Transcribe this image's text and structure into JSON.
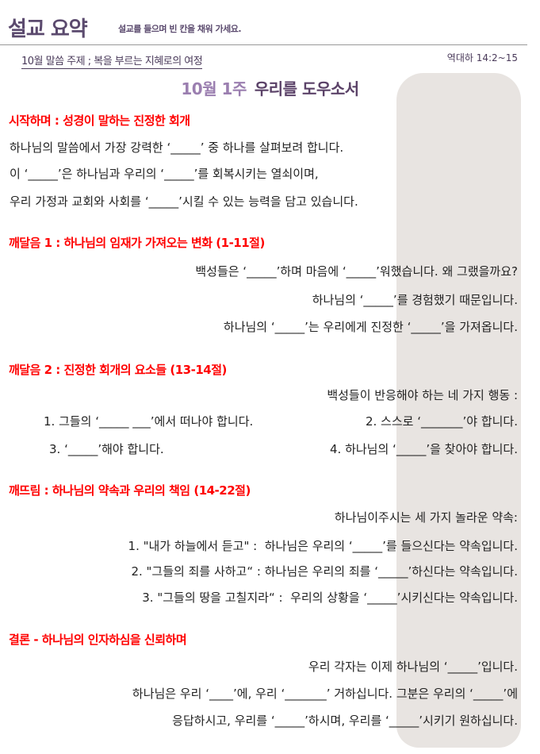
{
  "header": {
    "title": "설교 요약",
    "subtitle": "설교를 들으며 빈 칸을 채워 가세요.",
    "theme": "10월 말씀 주제 ; 복을 부르는 지혜로의 여정",
    "scripture": "역대하 14:2~15",
    "week": "10월 1주",
    "sermon_title": "우리를 도우소서"
  },
  "sections": [
    {
      "heading": "시작하며 : 성경이 말하는 진정한 회개",
      "lines": [
        "하나님의 말씀에서 가장 강력한 ‘_____’ 중 하나를 살펴보려 합니다.",
        "이 ‘_____’은 하나님과 우리의 ‘_____’를 회복시키는 열쇠이며,",
        "우리 가정과 교회와 사회를 ‘_____’시킬 수 있는 능력을 담고 있습니다."
      ]
    },
    {
      "heading": "깨달음 1 : 하나님의 임재가 가져오는 변화 (1-11절)",
      "lines": [
        "백성들은 ‘_____’하며 마음에 ‘_____’워했습니다. 왜 그랬을까요?",
        "하나님의 ‘_____’를 경험했기 때문입니다.",
        "하나님의 ‘_____’는 우리에게 진정한 ‘_____’을 가져옵니다."
      ]
    },
    {
      "heading": "깨달음 2 : 진정한 회개의 요소들 (13-14절)",
      "lines": [
        "백성들이 반응해야 하는 네 가지 행동 :",
        "1. 그들의 ‘_____ ___’에서 떠나야 합니다.",
        "2. 스스로 ‘_______’야 합니다.",
        "3. ‘_____’해야 합니다.",
        "4. 하나님의 ‘_____’을 찾아야 합니다."
      ]
    },
    {
      "heading": "깨뜨림 : 하나님의 약속과 우리의 책임 (14-22절)",
      "lines": [
        "하나님이주시는 세 가지 놀라운 약속:",
        "1. \"내가 하늘에서 듣고\" :  하나님은 우리의 ‘_____’를 들으신다는 약속입니다.",
        "2. \"그들의 죄를 사하고“ : 하나님은 우리의 죄를 ‘_____’하신다는 약속입니다.",
        "3. \"그들의 땅을 고칠지라“ :  우리의 상황을 ‘_____’시키신다는 약속입니다."
      ]
    },
    {
      "heading": "결론 - 하나님의 인자하심을 신뢰하며",
      "lines": [
        "우리 각자는 이제 하나님의 ‘_____’입니다.",
        "하나님은 우리 ‘____’에, 우리 ‘_______’ 거하십니다. 그분은 우리의 ‘_____’에",
        "응답하시고, 우리를 ‘_____’하시며, 우리를 ‘_____’시키기 원하십니다."
      ]
    }
  ],
  "colors": {
    "title": "#5b4a6e",
    "week": "#9b7fb0",
    "section_heading": "#ff0000",
    "panel": "#e8e4e1"
  }
}
